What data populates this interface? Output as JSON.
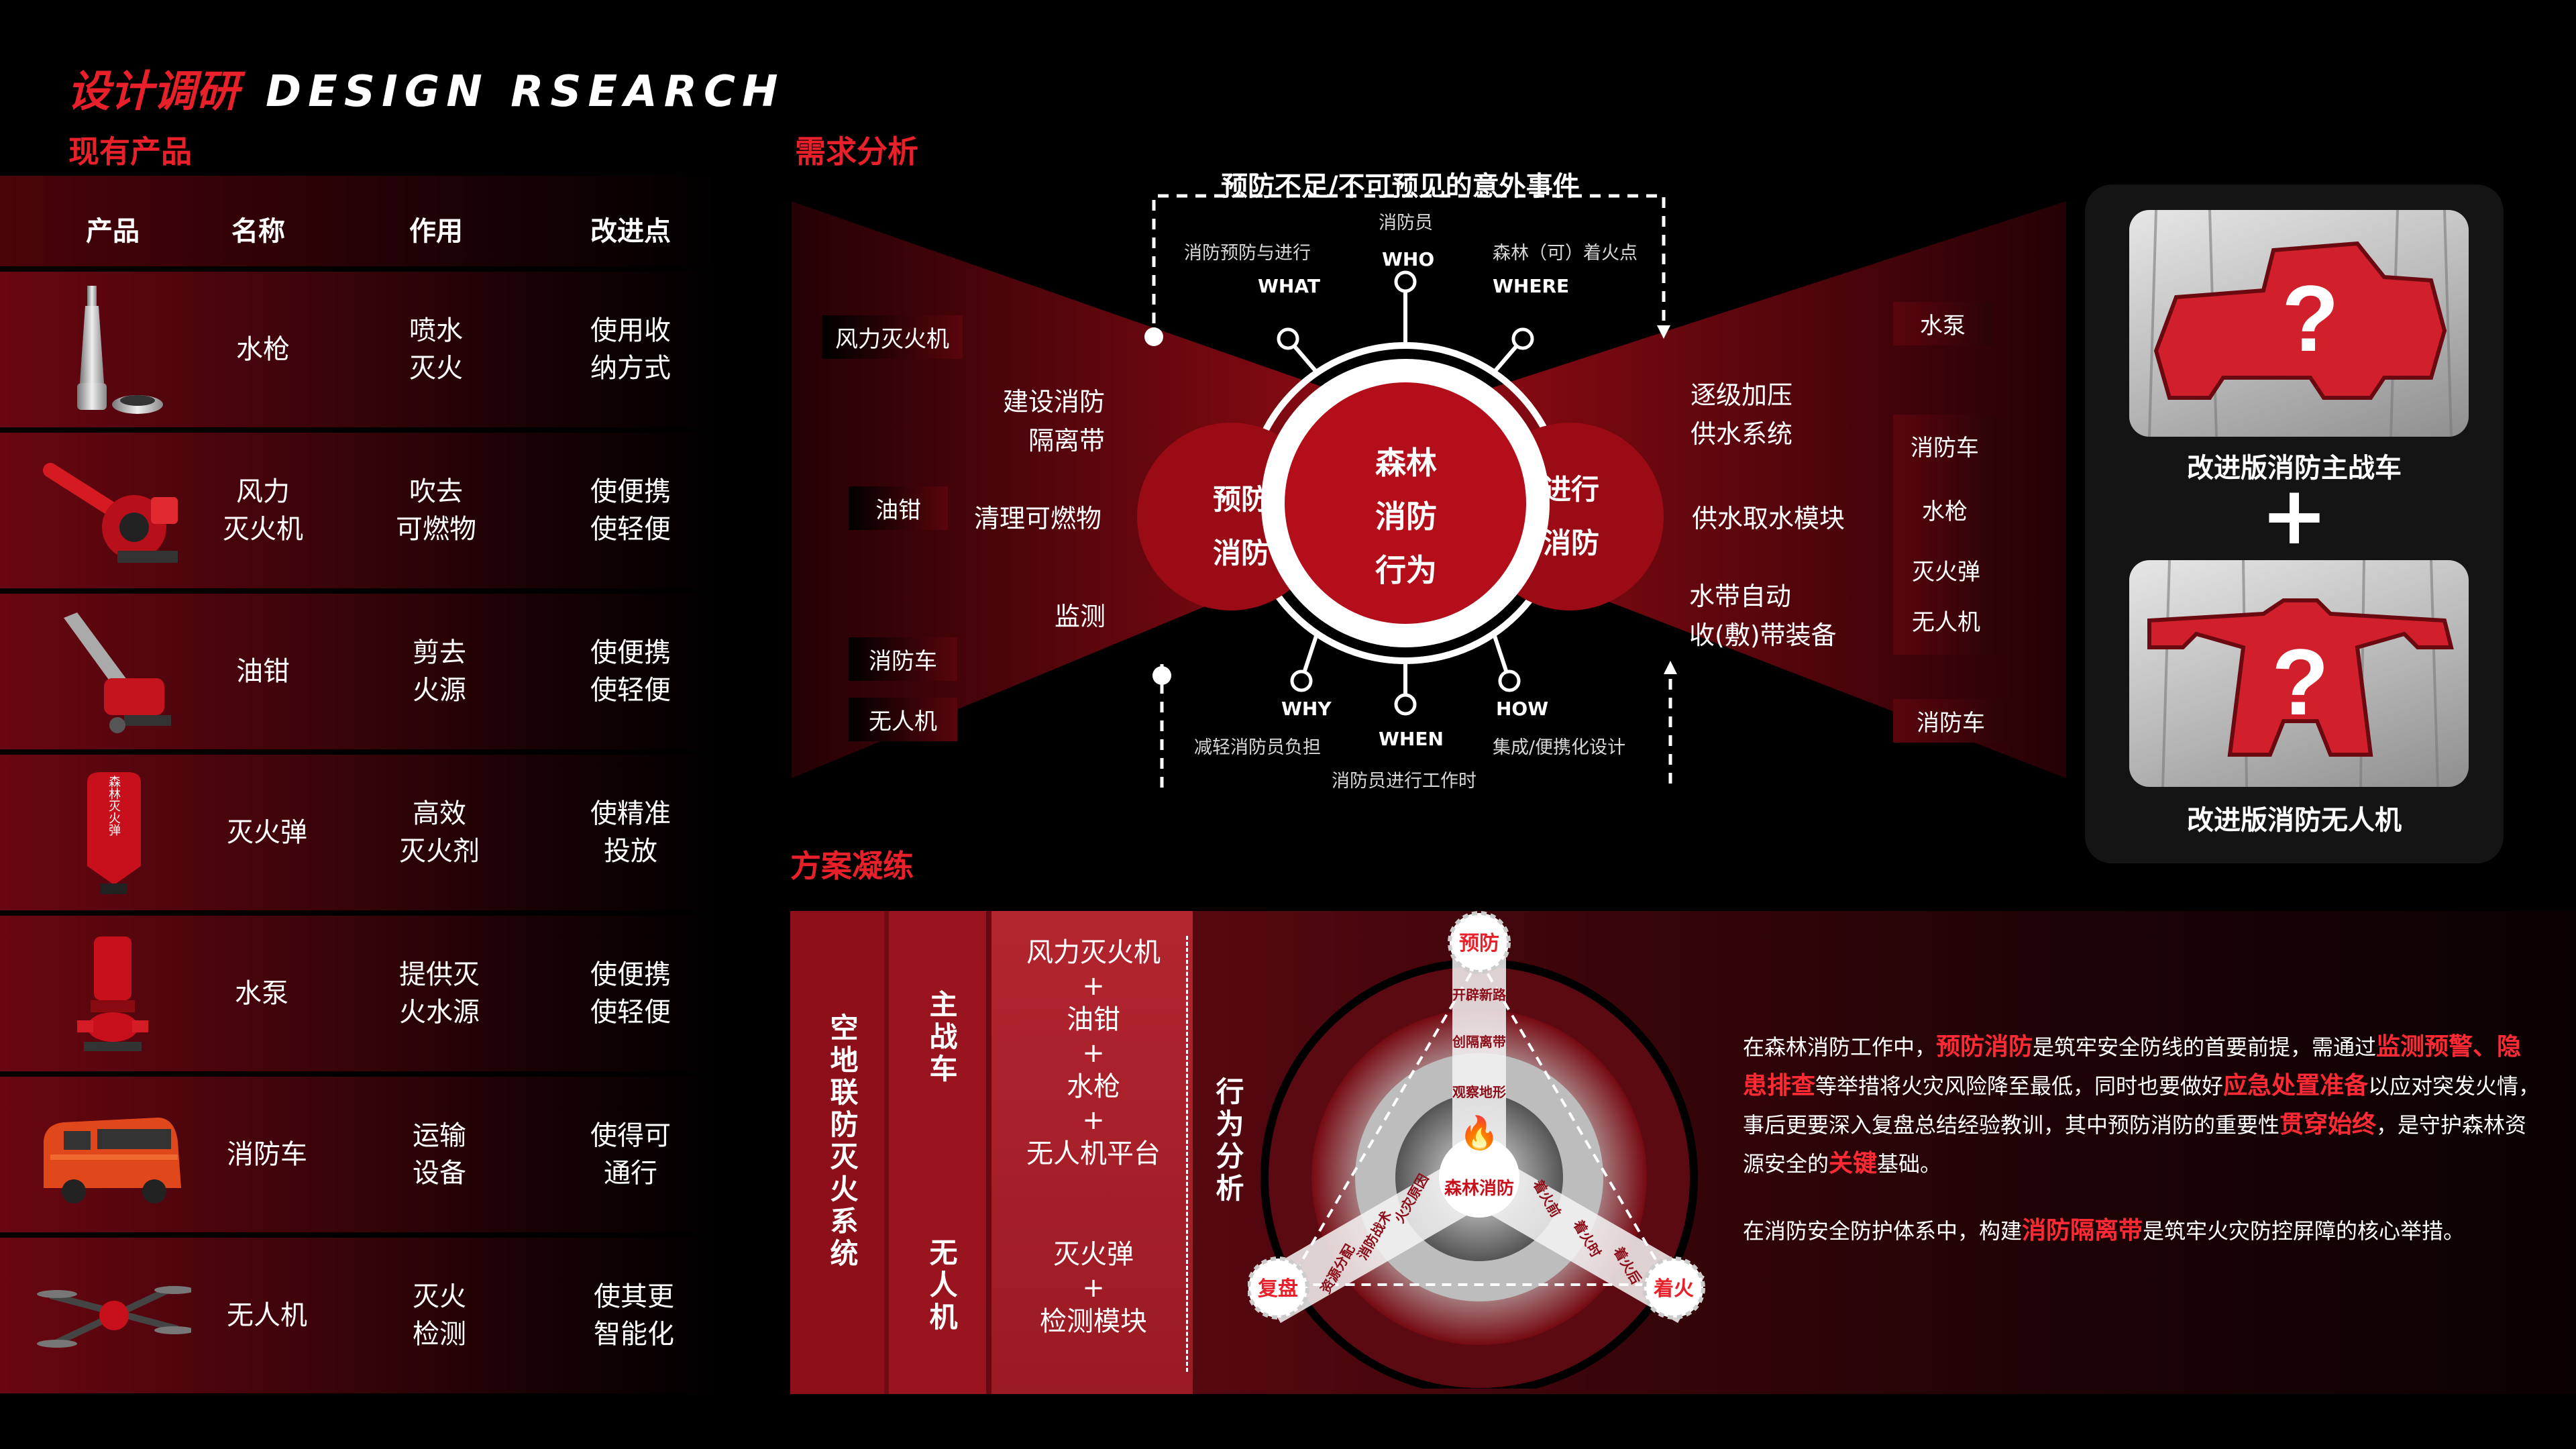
{
  "header": {
    "title_cn": "设计调研",
    "title_en": "DESIGN RSEARCH"
  },
  "sections": {
    "existing": "现有产品",
    "demand": "需求分析",
    "solution": "方案凝练"
  },
  "product_table": {
    "headers": [
      "产品",
      "名称",
      "作用",
      "改进点"
    ],
    "rows": [
      {
        "name": "水枪",
        "function": [
          "喷水",
          "灭火"
        ],
        "improve": [
          "使用收",
          "纳方式"
        ],
        "image": "water-nozzle"
      },
      {
        "name": [
          "风力",
          "灭火机"
        ],
        "function": [
          "吹去",
          "可燃物"
        ],
        "improve": [
          "使便携",
          "使轻便"
        ],
        "image": "blower"
      },
      {
        "name": "油钳",
        "function": [
          "剪去",
          "火源"
        ],
        "improve": [
          "使便携",
          "使轻便"
        ],
        "image": "chainsaw"
      },
      {
        "name": "灭火弹",
        "function": [
          "高效",
          "灭火剂"
        ],
        "improve": [
          "使精准",
          "投放"
        ],
        "image": "fire-bomb",
        "image_text": "森林灭火弹"
      },
      {
        "name": "水泵",
        "function": [
          "提供灭",
          "火水源"
        ],
        "improve": [
          "使便携",
          "使轻便"
        ],
        "image": "water-pump"
      },
      {
        "name": "消防车",
        "function": [
          "运输",
          "设备"
        ],
        "improve": [
          "使得可",
          "通行"
        ],
        "image": "fire-van"
      },
      {
        "name": "无人机",
        "function": [
          "灭火",
          "检测"
        ],
        "improve": [
          "使其更",
          "智能化"
        ],
        "image": "drone"
      }
    ]
  },
  "analysis": {
    "top_title": "预防不足/不可预见的意外事件",
    "center": [
      "森林",
      "消防",
      "行为"
    ],
    "left_circle": [
      "预防",
      "消防"
    ],
    "right_circle": [
      "进行",
      "消防"
    ],
    "w_top": [
      {
        "key": "WHAT",
        "desc": "消防预防与进行"
      },
      {
        "key": "WHO",
        "desc": "消防员"
      },
      {
        "key": "WHERE",
        "desc": "森林（可）着火点"
      }
    ],
    "w_bottom": [
      {
        "key": "WHY",
        "desc": "减轻消防员负担"
      },
      {
        "key": "WHEN",
        "desc": "消防员进行工作时"
      },
      {
        "key": "HOW",
        "desc": "集成/便携化设计"
      }
    ],
    "left_tags": [
      "风力灭火机",
      "油钳",
      "消防车",
      "无人机"
    ],
    "left_labels": [
      "建设消防",
      "隔离带",
      "清理可燃物",
      "监测"
    ],
    "right_labels": [
      "逐级加压",
      "供水系统",
      "供水取水模块",
      "水带自动",
      "收(敷)带装备"
    ],
    "right_tags": [
      "水泵",
      "消防车",
      "水枪",
      "灭火弹",
      "无人机",
      "消防车"
    ]
  },
  "result": {
    "caption1": "改进版消防主战车",
    "plus": "+",
    "caption2": "改进版消防无人机",
    "question": "?"
  },
  "solution": {
    "col1": "空地联防灭火系统",
    "col2a": "主战车",
    "col2b": "无人机",
    "combo1": [
      "风力灭火机",
      "+",
      "油钳",
      "+",
      "水枪",
      "+",
      "无人机平台"
    ],
    "combo2": [
      "灭火弹",
      "+",
      "检测模块"
    ],
    "behavior": "行为分析",
    "nodes": {
      "center": "森林消防",
      "prevent": "预防",
      "fire": "着火",
      "review": "复盘"
    },
    "ring_labels": {
      "a1": "开辟新路",
      "a2": "创隔离带",
      "a3": "观察地形",
      "b1": "着火前",
      "b2": "着火时",
      "b3": "着火后",
      "c1": "火灾原因",
      "c2": "消防战术",
      "c3": "资源分配"
    },
    "para1": [
      {
        "t": "在森林消防工作中，"
      },
      {
        "t": "预防消防",
        "h": true
      },
      {
        "t": "是筑牢安全防线的首要前提，需通过"
      },
      {
        "t": "监测预警、隐患排查",
        "h": true
      },
      {
        "t": "等举措将火灾风险降至最低，同时也要做好"
      },
      {
        "t": "应急处置准备",
        "h": true
      },
      {
        "t": "以应对突发火情，事后更要深入复盘总结经验教训，其中预防消防的重要性"
      },
      {
        "t": "贯穿始终",
        "h": true
      },
      {
        "t": "，是守护森林资源安全的"
      },
      {
        "t": "关键",
        "h": true
      },
      {
        "t": "基础。"
      }
    ],
    "para2": [
      {
        "t": "在消防安全防护体系中，构建"
      },
      {
        "t": "消防隔离带",
        "h": true
      },
      {
        "t": "是筑牢火灾防控屏障的核心举措。"
      }
    ]
  },
  "colors": {
    "accent": "#e8202a",
    "dark_red": "#8b0d18",
    "background": "#000000"
  }
}
